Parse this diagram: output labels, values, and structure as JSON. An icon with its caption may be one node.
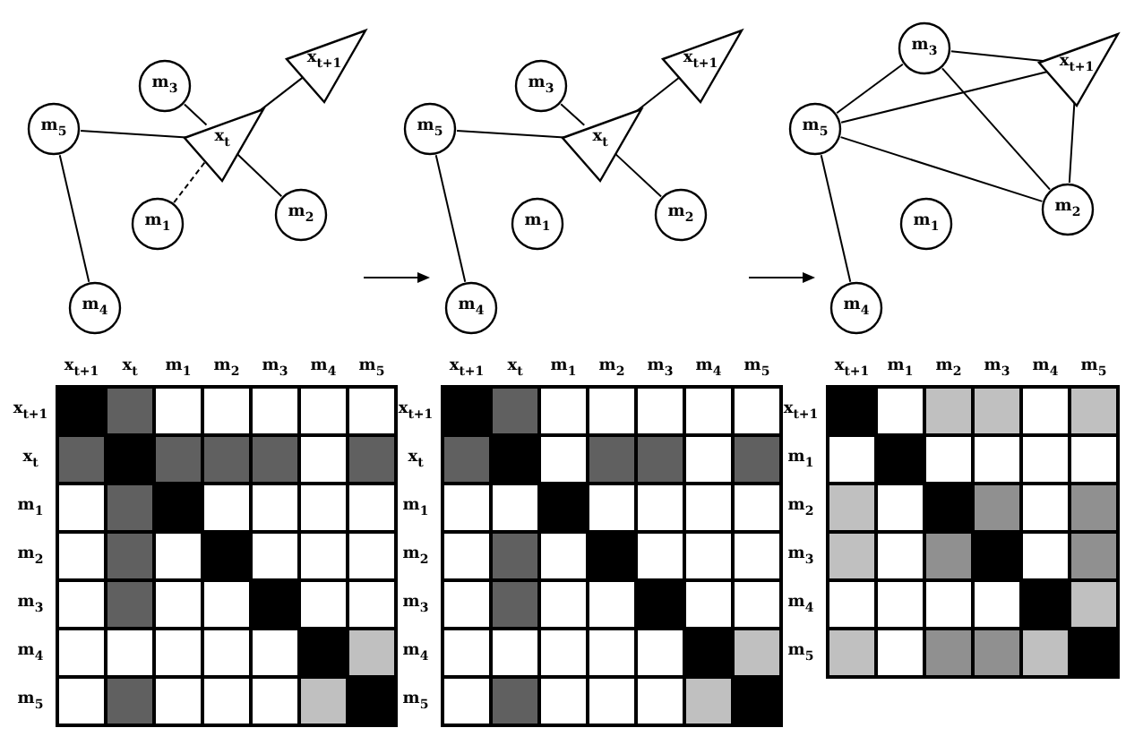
{
  "diagram": {
    "nodes": [
      {
        "text": [
          "m$_{3}$"
        ]
      },
      {
        "text": [
          "x$_{t+1}$"
        ]
      },
      {
        "text": [
          "m$_{5}$"
        ]
      },
      {
        "text": [
          "x$_{t}$"
        ]
      },
      {
        "text": [
          "m$_{1}$"
        ]
      },
      {
        "text": [
          "m$_{2}$"
        ]
      },
      {
        "text": [
          "m$_{4}$"
        ]
      },
      {
        "text": [
          "m$_{3}$"
        ]
      },
      {
        "text": [
          "x$_{t+1}$"
        ]
      },
      {
        "text": [
          "m$_{5}$"
        ]
      },
      {
        "text": [
          "x$_{t}$"
        ]
      },
      {
        "text": [
          "m$_{1}$"
        ]
      },
      {
        "text": [
          "m$_{2}$"
        ]
      },
      {
        "text": [
          "m$_{4}$"
        ]
      },
      {
        "text": [
          "m$_{3}$"
        ]
      },
      {
        "text": [
          "x$_{t+1}$"
        ]
      },
      {
        "text": [
          "m$_{5}$"
        ]
      },
      {
        "text": [
          "m$_{1}$"
        ]
      },
      {
        "text": [
          "m$_{2}$"
        ]
      },
      {
        "text": [
          "m$_{4}$"
        ]
      }
    ],
    "edges": [
      {
        "from": 0,
        "to": 3,
        "arrow": "none"
      },
      {
        "from": 3,
        "to": 1,
        "arrow": "none"
      },
      {
        "from": 2,
        "to": 3,
        "arrow": "none"
      },
      {
        "from": 4,
        "to": 3,
        "arrow": "none",
        "style": "dashed"
      },
      {
        "from": 3,
        "to": 5,
        "arrow": "none"
      },
      {
        "from": 2,
        "to": 6,
        "arrow": "none"
      },
      {
        "from": 7,
        "to": 10,
        "arrow": "none"
      },
      {
        "from": 10,
        "to": 8,
        "arrow": "none"
      },
      {
        "from": 9,
        "to": 10,
        "arrow": "none"
      },
      {
        "from": 10,
        "to": 12,
        "arrow": "none"
      },
      {
        "from": 9,
        "to": 13,
        "arrow": "none"
      },
      {
        "from": 14,
        "to": 15,
        "arrow": "none"
      },
      {
        "from": 14,
        "to": 16,
        "arrow": "none"
      },
      {
        "from": 16,
        "to": 15,
        "arrow": "none"
      },
      {
        "from": 16,
        "to": 18,
        "arrow": "none"
      },
      {
        "from": 14,
        "to": 18,
        "arrow": "none"
      },
      {
        "from": 15,
        "to": 18,
        "arrow": "none"
      },
      {
        "from": 16,
        "to": 19,
        "arrow": "none"
      }
    ],
    "labels": [
      "x$_{t+1}$",
      "x$_{t}$",
      "m$_{1}$",
      "m$_{2}$",
      "m$_{3}$",
      "m$_{4}$",
      "m$_{5}$",
      "x$_{t+1}$",
      "x$_{t}$",
      "m$_{1}$",
      "m$_{2}$",
      "m$_{3}$",
      "m$_{4}$",
      "m$_{5}$",
      "x$_{t+1}$",
      "x$_{t}$",
      "m$_{1}$",
      "m$_{2}$",
      "m$_{3}$",
      "m$_{4}$",
      "m$_{5}$",
      "x$_{t+1}$",
      "x$_{t}$",
      "m$_{1}$",
      "m$_{2}$",
      "m$_{3}$",
      "m$_{4}$",
      "m$_{5}$",
      "x$_{t+1}$",
      "m$_{1}$",
      "m$_{2}$",
      "m$_{3}$",
      "m$_{4}$",
      "m$_{5}$",
      "x$_{t+1}$",
      "m$_{1}$",
      "m$_{2}$",
      "m$_{3}$",
      "m$_{4}$",
      "m$_{5}$"
    ]
  }
}
